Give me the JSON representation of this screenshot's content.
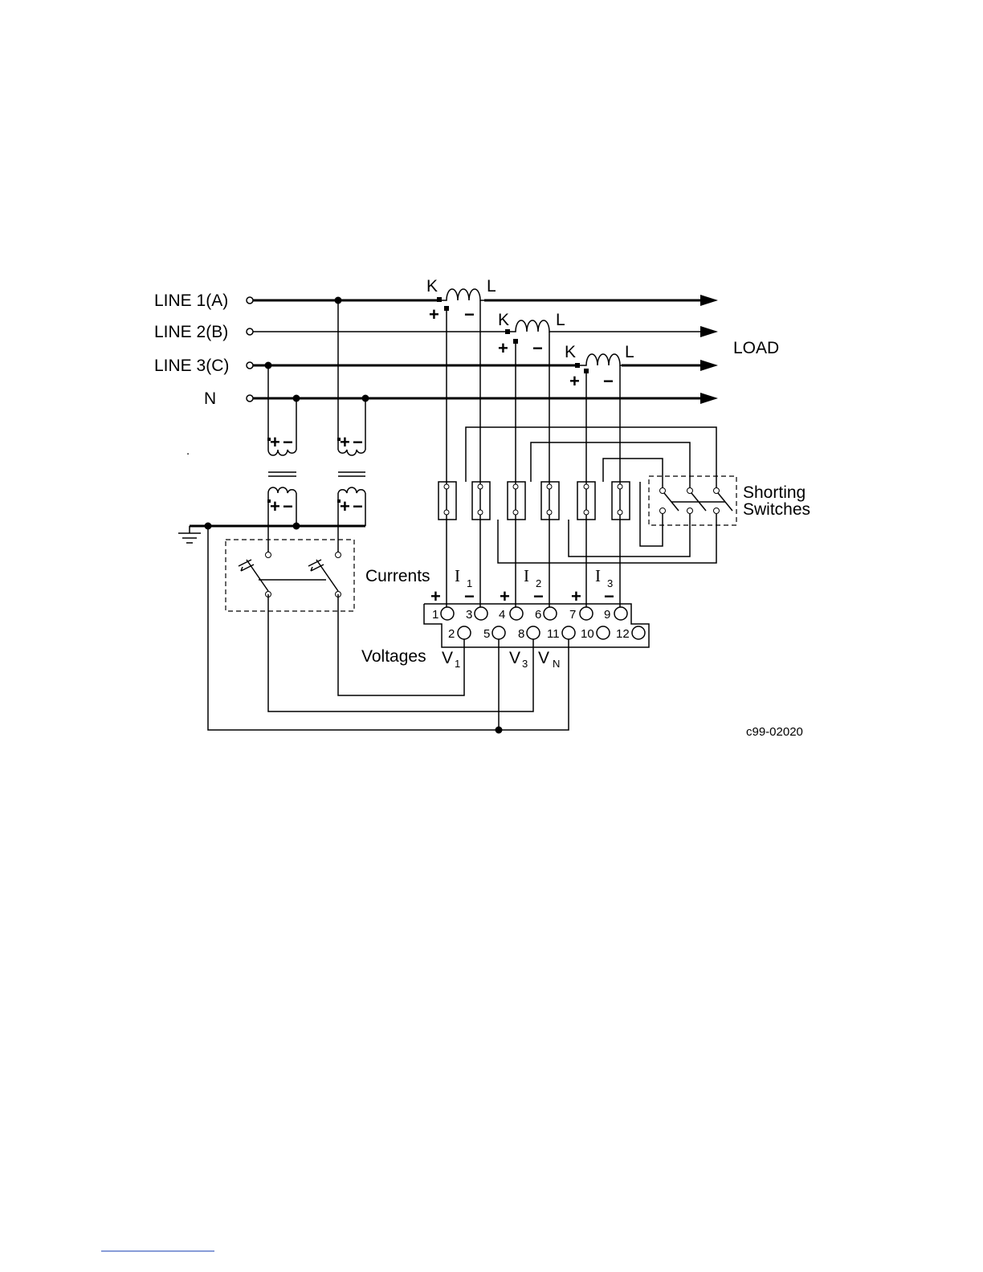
{
  "lines": [
    {
      "label": "LINE  1(A)"
    },
    {
      "label": "LINE  2(B)"
    },
    {
      "label": "LINE  3(C)"
    },
    {
      "label": "N"
    }
  ],
  "load_label": "LOAD",
  "ct_labels": {
    "k": "K",
    "l": "L",
    "plus": "+",
    "minus": "−"
  },
  "pt_polarity": {
    "plus": "+",
    "minus": "−"
  },
  "shorting_switches": {
    "line1": "Shorting",
    "line2": "Switches"
  },
  "currents": {
    "label": "Currents",
    "channels": [
      {
        "name": "I",
        "sub": "1"
      },
      {
        "name": "I",
        "sub": "2"
      },
      {
        "name": "I",
        "sub": "3"
      }
    ]
  },
  "voltages": {
    "label": "Voltages",
    "channels": [
      {
        "name": "V",
        "sub": "1"
      },
      {
        "name": "V",
        "sub": "3"
      },
      {
        "name": "V",
        "sub": "N"
      }
    ]
  },
  "terminals_top": [
    "1",
    "3",
    "4",
    "6",
    "7",
    "9"
  ],
  "terminals_bottom": [
    "2",
    "5",
    "8",
    "11",
    "10",
    "12"
  ],
  "figure_id": "c99-02020",
  "stray_mark": "."
}
